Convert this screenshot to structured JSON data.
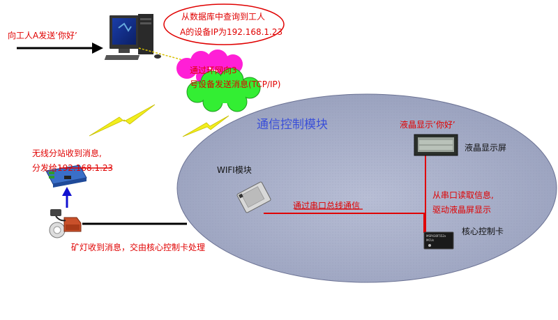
{
  "labels": {
    "send_hello": "向工人A发送’你好’",
    "query_db_line1": "从数据库中查询到工人",
    "query_db_line2": "A的设备IP为192.168.1.23",
    "via_ring_line1": "通过环网向3",
    "via_ring_line2": "号设备发送消息(TCP/IP)",
    "comm_module": "通信控制模块",
    "lcd_show": "液晶显示’你好’",
    "lcd_screen": "液晶显示屏",
    "wifi_module": "WIFI模块",
    "serial_comm": "通过串口总线通信",
    "serial_read_line1": "从串口读取信息,",
    "serial_read_line2": "驱动液晶屏显示",
    "core_card": "核心控制卡",
    "wireless_line1": "无线分站收到消息,",
    "wireless_line2": "分发给192.168.1.23",
    "lamp_received": "矿灯收到消息，交由核心控制卡处理",
    "chip_text_1": "MSP430F552x",
    "chip_text_2": "MCUs"
  },
  "colors": {
    "ellipse_fill": "#a9b0c9",
    "highlight_red": "#e00000",
    "magenta_cloud": "#ff1fd6",
    "green_cloud": "#33ee33",
    "lightning_yellow": "#f2ee1e",
    "title_blue": "#3a4fd8"
  },
  "icons": [
    "computer-icon",
    "cloud-icon",
    "lightning-icon",
    "wireless-station-icon",
    "mine-lamp-icon",
    "wifi-module-icon",
    "lcd-screen-icon",
    "control-chip-icon"
  ]
}
